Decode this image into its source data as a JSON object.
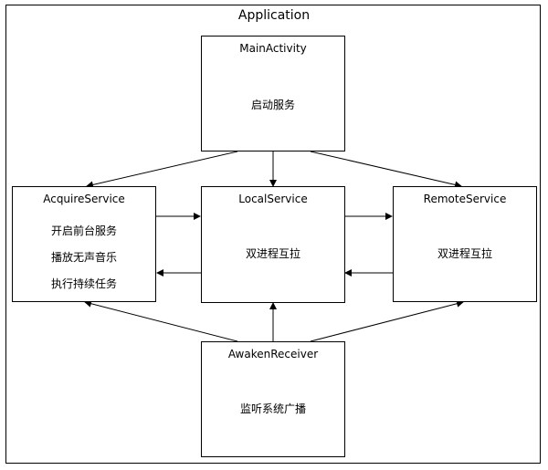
{
  "diagram": {
    "title": "Application",
    "boxes": {
      "main_activity": {
        "title": "MainActivity",
        "lines": [
          "启动服务"
        ]
      },
      "acquire_service": {
        "title": "AcquireService",
        "lines": [
          "开启前台服务",
          "播放无声音乐",
          "执行持续任务"
        ]
      },
      "local_service": {
        "title": "LocalService",
        "lines": [
          "双进程互拉"
        ]
      },
      "remote_service": {
        "title": "RemoteService",
        "lines": [
          "双进程互拉"
        ]
      },
      "awaken_receiver": {
        "title": "AwakenReceiver",
        "lines": [
          "监听系统广播"
        ]
      }
    }
  }
}
